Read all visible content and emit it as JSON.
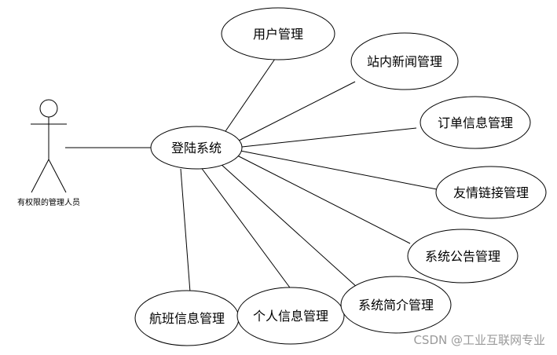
{
  "actor": {
    "label": "有权限的管理人员"
  },
  "center": {
    "label": "登陆系统"
  },
  "use_cases": [
    {
      "id": "user-management",
      "label": "用户管理"
    },
    {
      "id": "site-news-management",
      "label": "站内新闻管理"
    },
    {
      "id": "order-info-management",
      "label": "订单信息管理"
    },
    {
      "id": "friend-link-management",
      "label": "友情链接管理"
    },
    {
      "id": "system-notice-management",
      "label": "系统公告管理"
    },
    {
      "id": "system-intro-management",
      "label": "系统简介管理"
    },
    {
      "id": "personal-info-management",
      "label": "个人信息管理"
    },
    {
      "id": "flight-info-management",
      "label": "航班信息管理"
    }
  ],
  "watermark": "CSDN @工业互联网专业"
}
